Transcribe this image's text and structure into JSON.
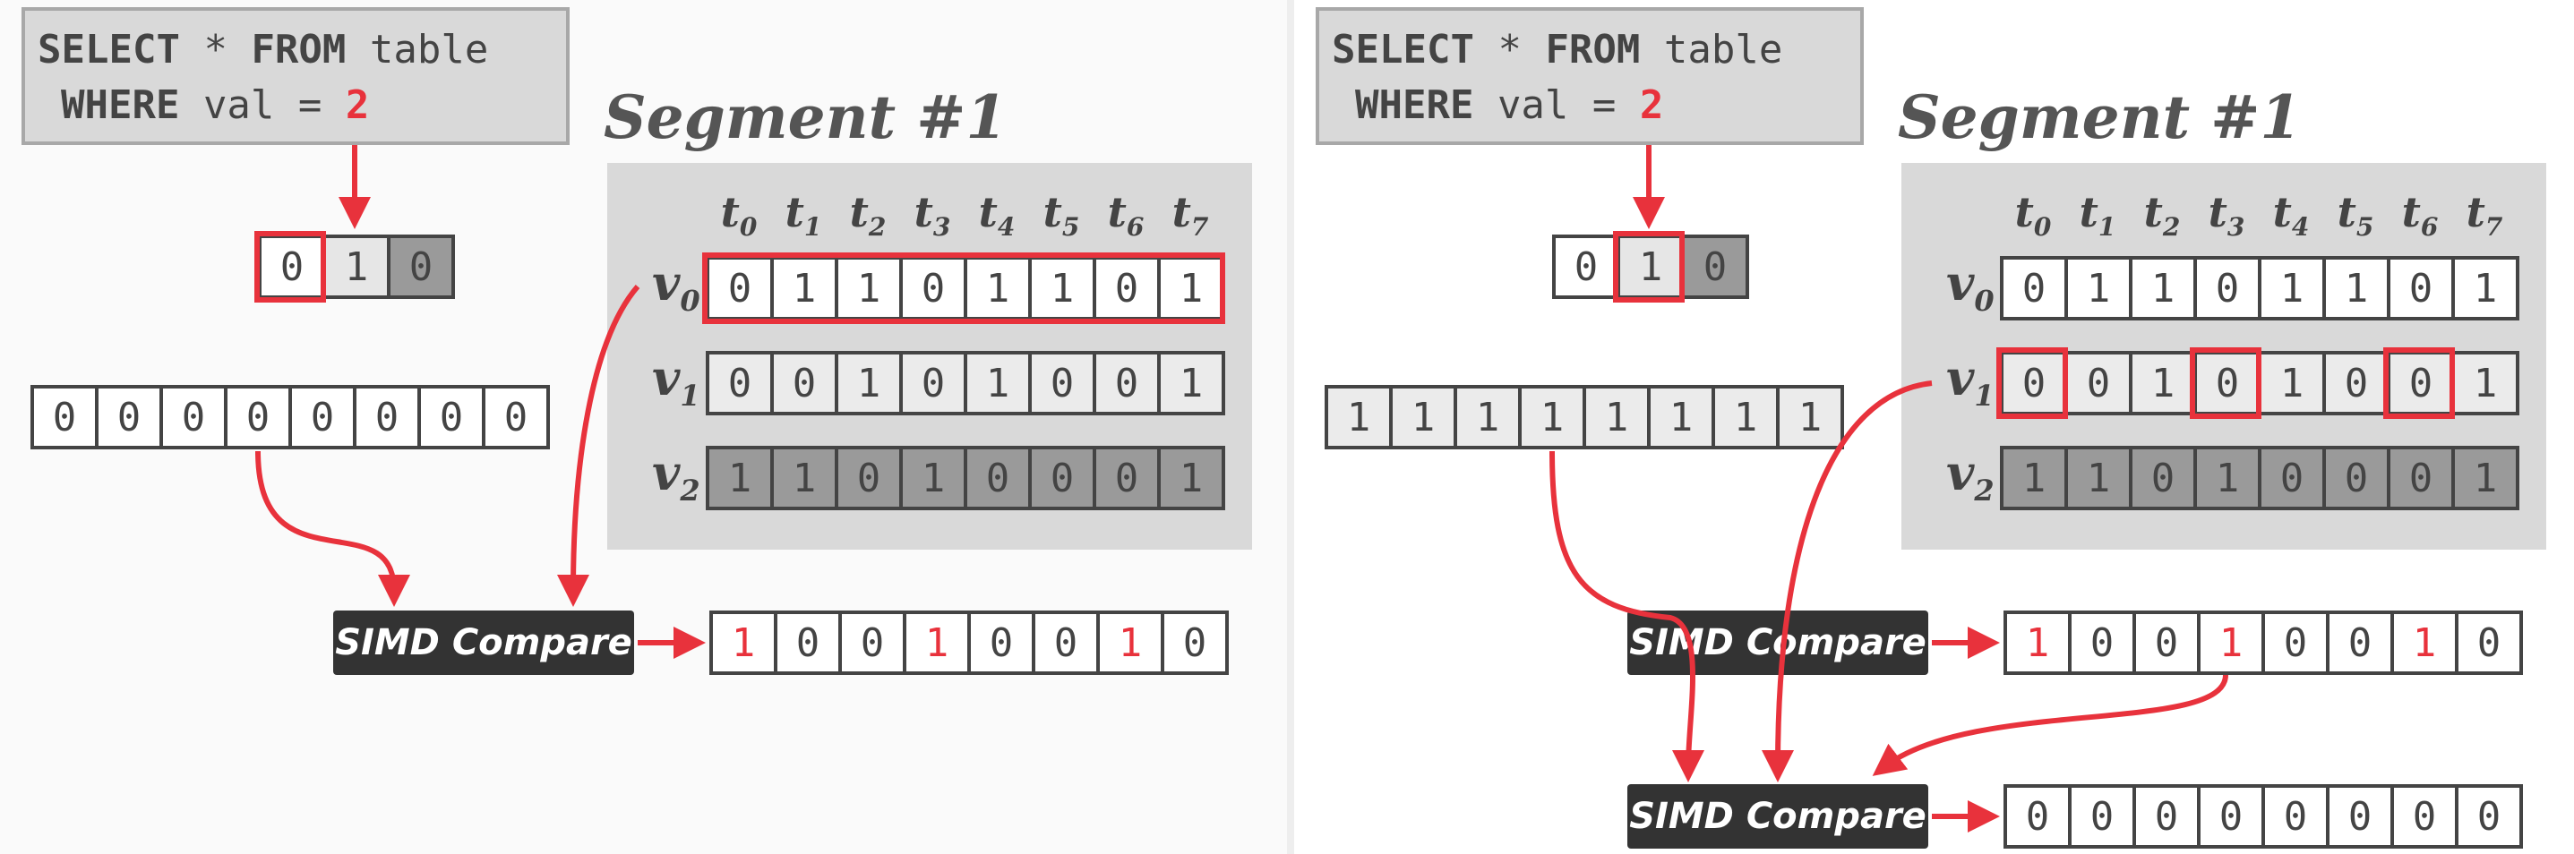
{
  "query": {
    "line1_kw1": "SELECT",
    "line1_mid": " * ",
    "line1_kw2": "FROM",
    "line1_rest": " table",
    "line2_kw": "WHERE",
    "line2_rest": " val = ",
    "line2_value": "2"
  },
  "segment": {
    "title": "Segment #1",
    "columns": [
      {
        "base": "t",
        "sub": "0"
      },
      {
        "base": "t",
        "sub": "1"
      },
      {
        "base": "t",
        "sub": "2"
      },
      {
        "base": "t",
        "sub": "3"
      },
      {
        "base": "t",
        "sub": "4"
      },
      {
        "base": "t",
        "sub": "5"
      },
      {
        "base": "t",
        "sub": "6"
      },
      {
        "base": "t",
        "sub": "7"
      }
    ],
    "rows": [
      {
        "base": "v",
        "sub": "0",
        "bits": [
          "0",
          "1",
          "1",
          "0",
          "1",
          "1",
          "0",
          "1"
        ]
      },
      {
        "base": "v",
        "sub": "1",
        "bits": [
          "0",
          "0",
          "1",
          "0",
          "1",
          "0",
          "0",
          "1"
        ]
      },
      {
        "base": "v",
        "sub": "2",
        "bits": [
          "1",
          "1",
          "0",
          "1",
          "0",
          "0",
          "0",
          "1"
        ]
      }
    ]
  },
  "left": {
    "encoded_value": [
      "0",
      "1",
      "0"
    ],
    "broadcast": [
      "0",
      "0",
      "0",
      "0",
      "0",
      "0",
      "0",
      "0"
    ],
    "simd_label": "SIMD Compare",
    "result": [
      "1",
      "0",
      "0",
      "1",
      "0",
      "0",
      "1",
      "0"
    ]
  },
  "right": {
    "encoded_value": [
      "0",
      "1",
      "0"
    ],
    "broadcast": [
      "1",
      "1",
      "1",
      "1",
      "1",
      "1",
      "1",
      "1"
    ],
    "simd_label_1": "SIMD Compare",
    "result_1": [
      "1",
      "0",
      "0",
      "1",
      "0",
      "0",
      "1",
      "0"
    ],
    "simd_label_2": "SIMD Compare",
    "result_2": [
      "0",
      "0",
      "0",
      "0",
      "0",
      "0",
      "0",
      "0"
    ]
  },
  "colors": {
    "accent": "#e8323c",
    "box": "#d9d9d9",
    "dark": "#333333"
  }
}
